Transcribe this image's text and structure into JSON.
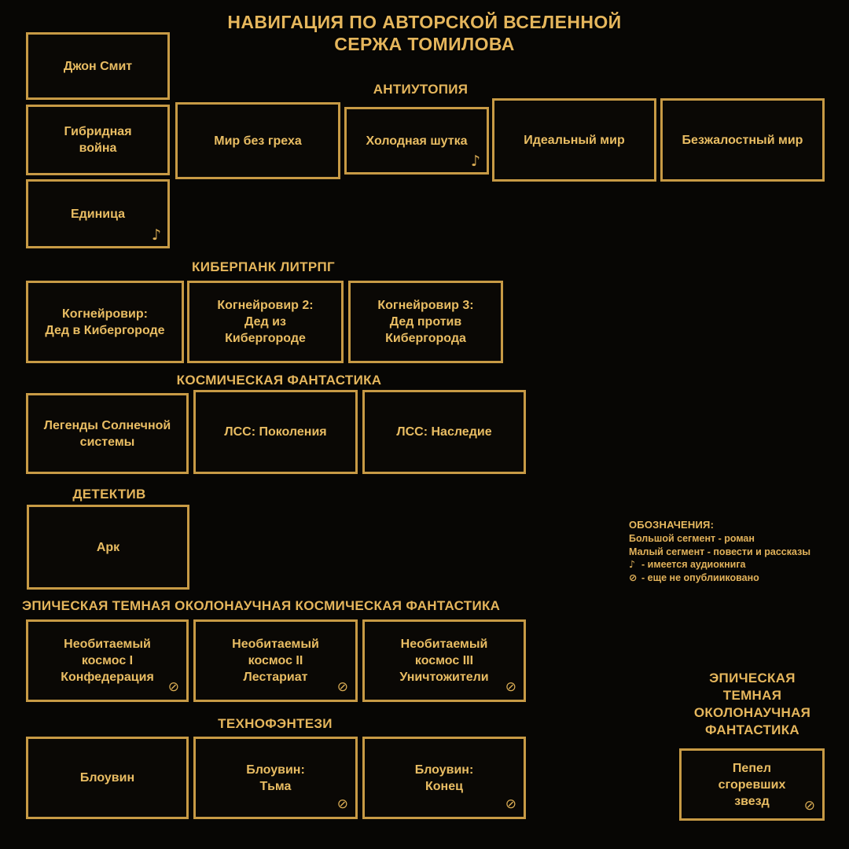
{
  "header": {
    "line1": "НАВИГАЦИЯ ПО АВТОРСКОЙ ВСЕЛЕННОЙ",
    "line2": "СЕРЖА ТОМИЛОВА"
  },
  "colors": {
    "background": "#070604",
    "border": "#c79a45",
    "text": "#e9bd63",
    "caption": "#e5b65c"
  },
  "icons": {
    "audiobook": "♪",
    "unpublished": "⊘"
  },
  "sections": [
    {
      "key": "standalone_left",
      "caption": "",
      "books": [
        {
          "title": "Джон Смит",
          "audiobook": false,
          "unpublished": false
        },
        {
          "title": "Гибридная\nвойна",
          "audiobook": false,
          "unpublished": false
        },
        {
          "title": "Единица",
          "audiobook": true,
          "unpublished": false
        }
      ]
    },
    {
      "key": "antiutopia",
      "caption": "АНТИУТОПИЯ",
      "books": [
        {
          "title": "Мир без греха",
          "audiobook": false,
          "unpublished": false
        },
        {
          "title": "Холодная шутка",
          "audiobook": true,
          "unpublished": false
        },
        {
          "title": "Идеальный мир",
          "audiobook": false,
          "unpublished": false
        },
        {
          "title": "Безжалостный мир",
          "audiobook": false,
          "unpublished": false
        }
      ]
    },
    {
      "key": "cyberpunk_litrpg",
      "caption": "КИБЕРПАНК ЛИТРПГ",
      "books": [
        {
          "title": "Когнейровир:\nДед в Кибергороде",
          "audiobook": false,
          "unpublished": false
        },
        {
          "title": "Когнейровир 2:\nДед из\nКибергороде",
          "audiobook": false,
          "unpublished": false
        },
        {
          "title": "Когнейровир 3:\nДед против\nКибергорода",
          "audiobook": false,
          "unpublished": false
        }
      ]
    },
    {
      "key": "space_fiction",
      "caption": "КОСМИЧЕСКАЯ ФАНТАСТИКА",
      "books": [
        {
          "title": "Легенды Солнечной\nсистемы",
          "audiobook": false,
          "unpublished": false
        },
        {
          "title": "ЛСС: Поколения",
          "audiobook": false,
          "unpublished": false
        },
        {
          "title": "ЛСС: Наследие",
          "audiobook": false,
          "unpublished": false
        }
      ]
    },
    {
      "key": "detective",
      "caption": "ДЕТЕКТИВ",
      "books": [
        {
          "title": "Арк",
          "audiobook": false,
          "unpublished": false
        }
      ]
    },
    {
      "key": "epic_dark",
      "caption": "ЭПИЧЕСКАЯ ТЕМНАЯ ОКОЛОНАУЧНАЯ КОСМИЧЕСКАЯ ФАНТАСТИКА",
      "books": [
        {
          "title": "Необитаемый\nкосмос I\nКонфедерация",
          "audiobook": false,
          "unpublished": true
        },
        {
          "title": "Необитаемый\nкосмос II\nЛестариат",
          "audiobook": false,
          "unpublished": true
        },
        {
          "title": "Необитаемый\nкосмос III\nУничтожители",
          "audiobook": false,
          "unpublished": true
        }
      ]
    },
    {
      "key": "technofantasy",
      "caption": "ТЕХНОФЭНТЕЗИ",
      "books": [
        {
          "title": "Блоувин",
          "audiobook": false,
          "unpublished": false
        },
        {
          "title": "Блоувин:\nТьма",
          "audiobook": false,
          "unpublished": true
        },
        {
          "title": "Блоувин:\nКонец",
          "audiobook": false,
          "unpublished": true
        }
      ]
    },
    {
      "key": "epic_dark_right",
      "caption": "ЭПИЧЕСКАЯ\nТЕМНАЯ\nОКОЛОНАУЧНАЯ\nФАНТАСТИКА",
      "books": [
        {
          "title": "Пепел\nсгоревших\nзвезд",
          "audiobook": false,
          "unpublished": true
        }
      ]
    }
  ],
  "legend": {
    "title": "ОБОЗНАЧЕНИЯ:",
    "lines": [
      "Большой сегмент - роман",
      "Малый сегмент - повести и рассказы"
    ],
    "audiobook_text": "- имеется аудиокнига",
    "unpublished_text": "- еще не опублиикованo"
  }
}
